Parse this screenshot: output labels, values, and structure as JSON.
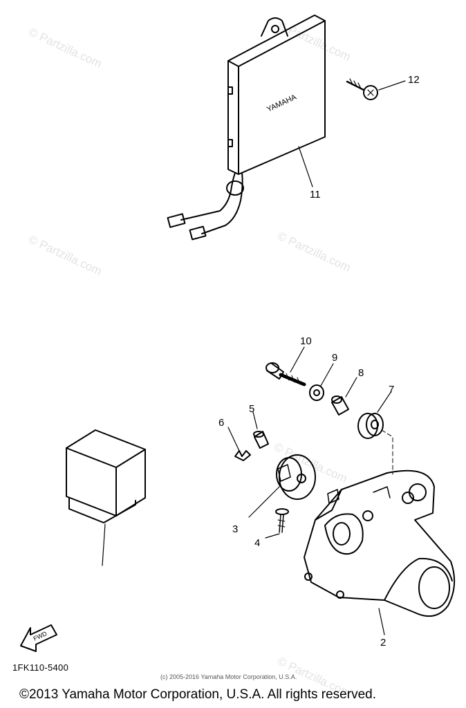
{
  "watermark": "© Partzilla.com",
  "part_code": "1FK110-5400",
  "small_copyright": "(c) 2005-2016 Yamaha Motor Corporation, U.S.A.",
  "copyright": "©2013 Yamaha Motor Corporation, U.S.A. All rights reserved.",
  "brand_on_unit": "YAMAHA",
  "fwd_label": "FWD",
  "callouts": {
    "c2": "2",
    "c3": "3",
    "c4": "4",
    "c5": "5",
    "c6": "6",
    "c7": "7",
    "c8": "8",
    "c9": "9",
    "c10": "10",
    "c11": "11",
    "c12": "12"
  }
}
